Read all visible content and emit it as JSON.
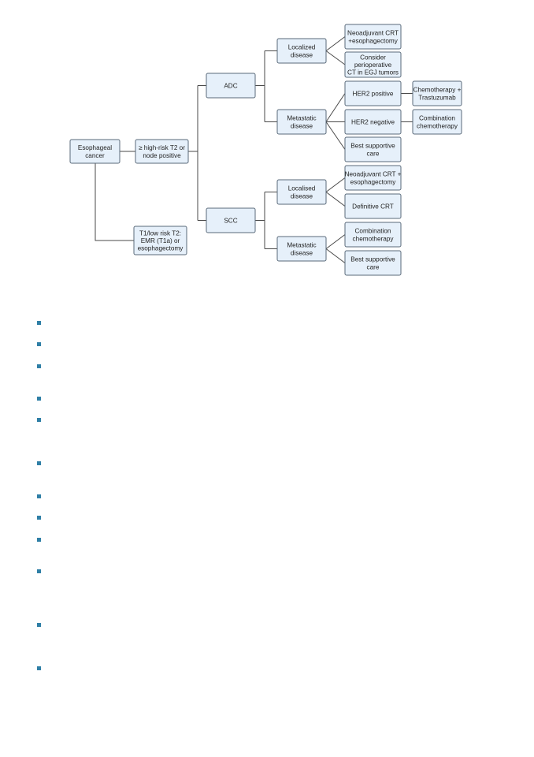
{
  "diagram": {
    "nodes": {
      "esophageal_cancer": [
        "Esophageal",
        "cancer"
      ],
      "high_risk": [
        "≥ high-risk T2 or",
        "node positive"
      ],
      "low_risk": [
        "T1/low risk T2:",
        "EMR (T1a) or",
        "esophagectomy"
      ],
      "adc": [
        "ADC"
      ],
      "scc": [
        "SCC"
      ],
      "adc_localized": [
        "Localized",
        "disease"
      ],
      "adc_metastatic": [
        "Metastatic",
        "disease"
      ],
      "adc_neoadjuvant": [
        "Neoadjuvant CRT",
        "+esophagectomy"
      ],
      "adc_perioperative": [
        "Consider",
        "perioperative",
        "CT in EGJ tumors"
      ],
      "her2_positive": [
        "HER2 positive"
      ],
      "her2_negative": [
        "HER2 negative"
      ],
      "adc_best_supportive": [
        "Best supportive",
        "care"
      ],
      "chemo_trastuzumab": [
        "Chemotherapy +",
        "Trastuzumab"
      ],
      "adc_combination": [
        "Combination",
        "chemotherapy"
      ],
      "scc_localised": [
        "Localised",
        "disease"
      ],
      "scc_metastatic": [
        "Metastatic",
        "disease"
      ],
      "scc_neoadjuvant": [
        "Neoadjuvant CRT +",
        "esophagectomy"
      ],
      "definitive_crt": [
        "Definitive CRT"
      ],
      "scc_combination": [
        "Combination",
        "chemotherapy"
      ],
      "scc_best_supportive": [
        "Best supportive",
        "care"
      ]
    }
  },
  "bullet_list": {
    "count": 12,
    "marker_color": "#2f7fa6"
  }
}
